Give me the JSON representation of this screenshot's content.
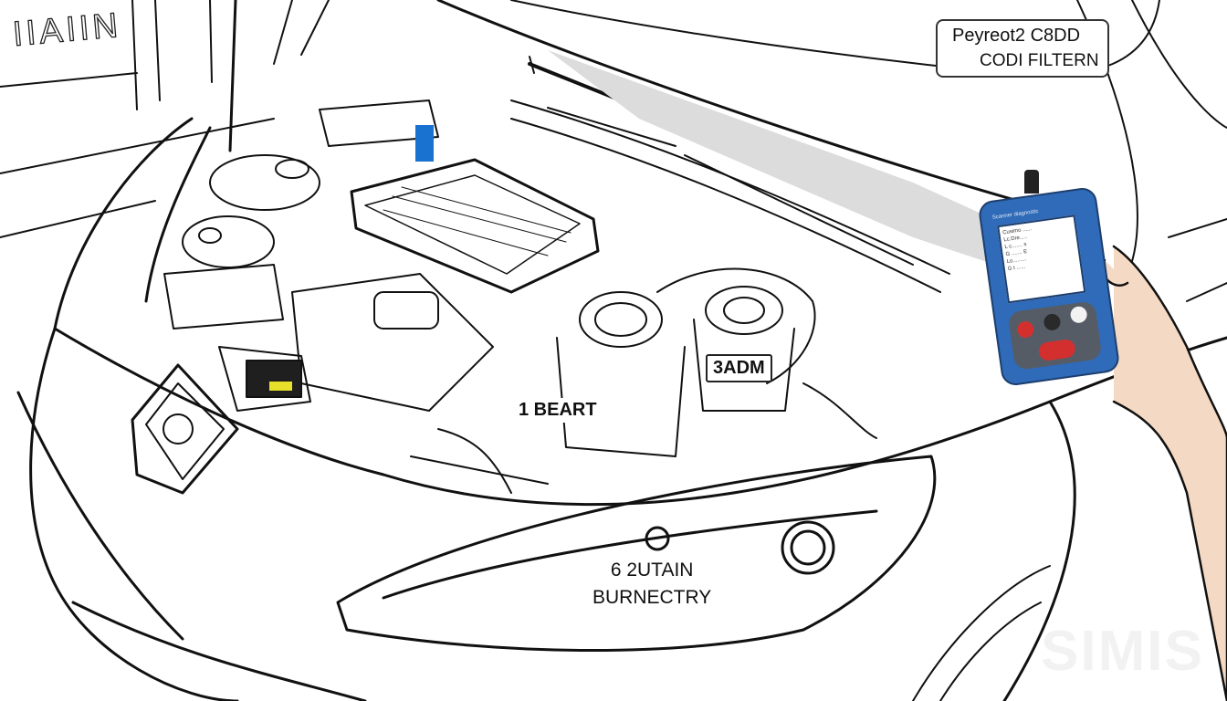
{
  "scene": {
    "description": "Line-art sketch of an open car hood (Peugeot) showing engine bay, hand holding a blue OBD diagnostic scanner",
    "colors": {
      "line": "#111111",
      "background": "#ffffff",
      "shadow_gray": "#d9d9d9",
      "scanner_blue": "#2f6bb8",
      "scanner_red": "#d32f2f",
      "marker_blue": "#1a72d0",
      "battery_yellow": "#e8e02a",
      "skin": "#f4d9c4"
    }
  },
  "labels": {
    "title_line1": "Peyreot2 C8DD",
    "title_line2": "CODI FILTERN",
    "badw": "3ADM",
    "beart": "1 BEART",
    "burn_line1": "6  2UTAIN",
    "burn_line2": "BURNECTRY",
    "wall_sign": "IIAIIN",
    "watermark": "SIMIS"
  },
  "scanner": {
    "header_text": "Scanner diagnostic",
    "screen_lines": [
      "Cusimo  ......",
      "Lc.Dre.....",
      "L c.......  s",
      "G .......  E",
      "Lo.........",
      "G t ......"
    ],
    "buttons": [
      "left-red",
      "center-dark",
      "right-white",
      "bottom-red"
    ]
  }
}
